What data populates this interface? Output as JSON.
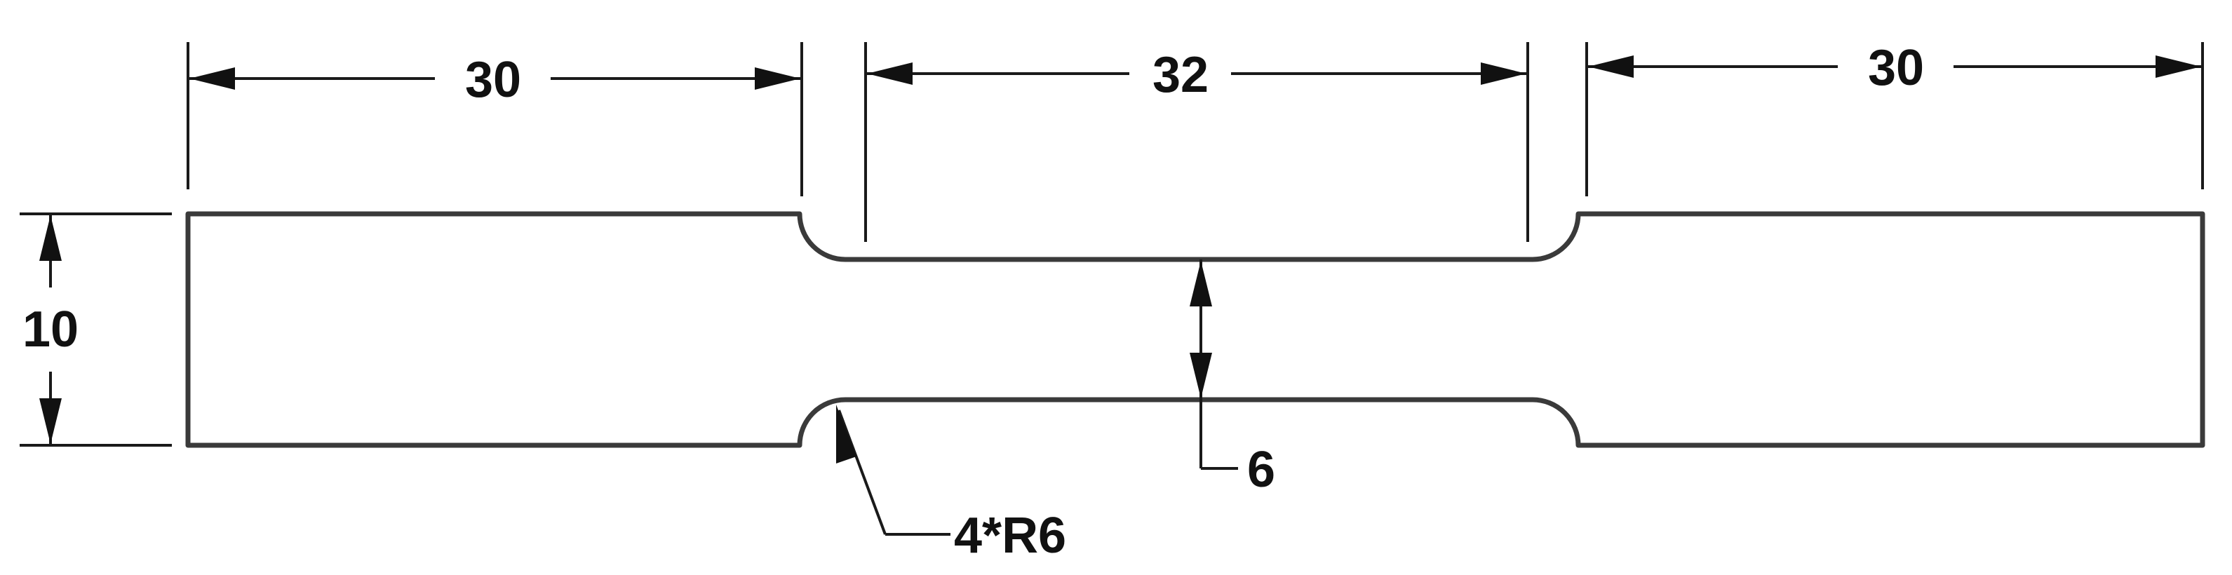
{
  "dimensions": {
    "left_length": "30",
    "gauge_length": "32",
    "right_length": "30",
    "overall_width": "10",
    "gauge_width": "6",
    "fillet_radius": "4*R6"
  }
}
